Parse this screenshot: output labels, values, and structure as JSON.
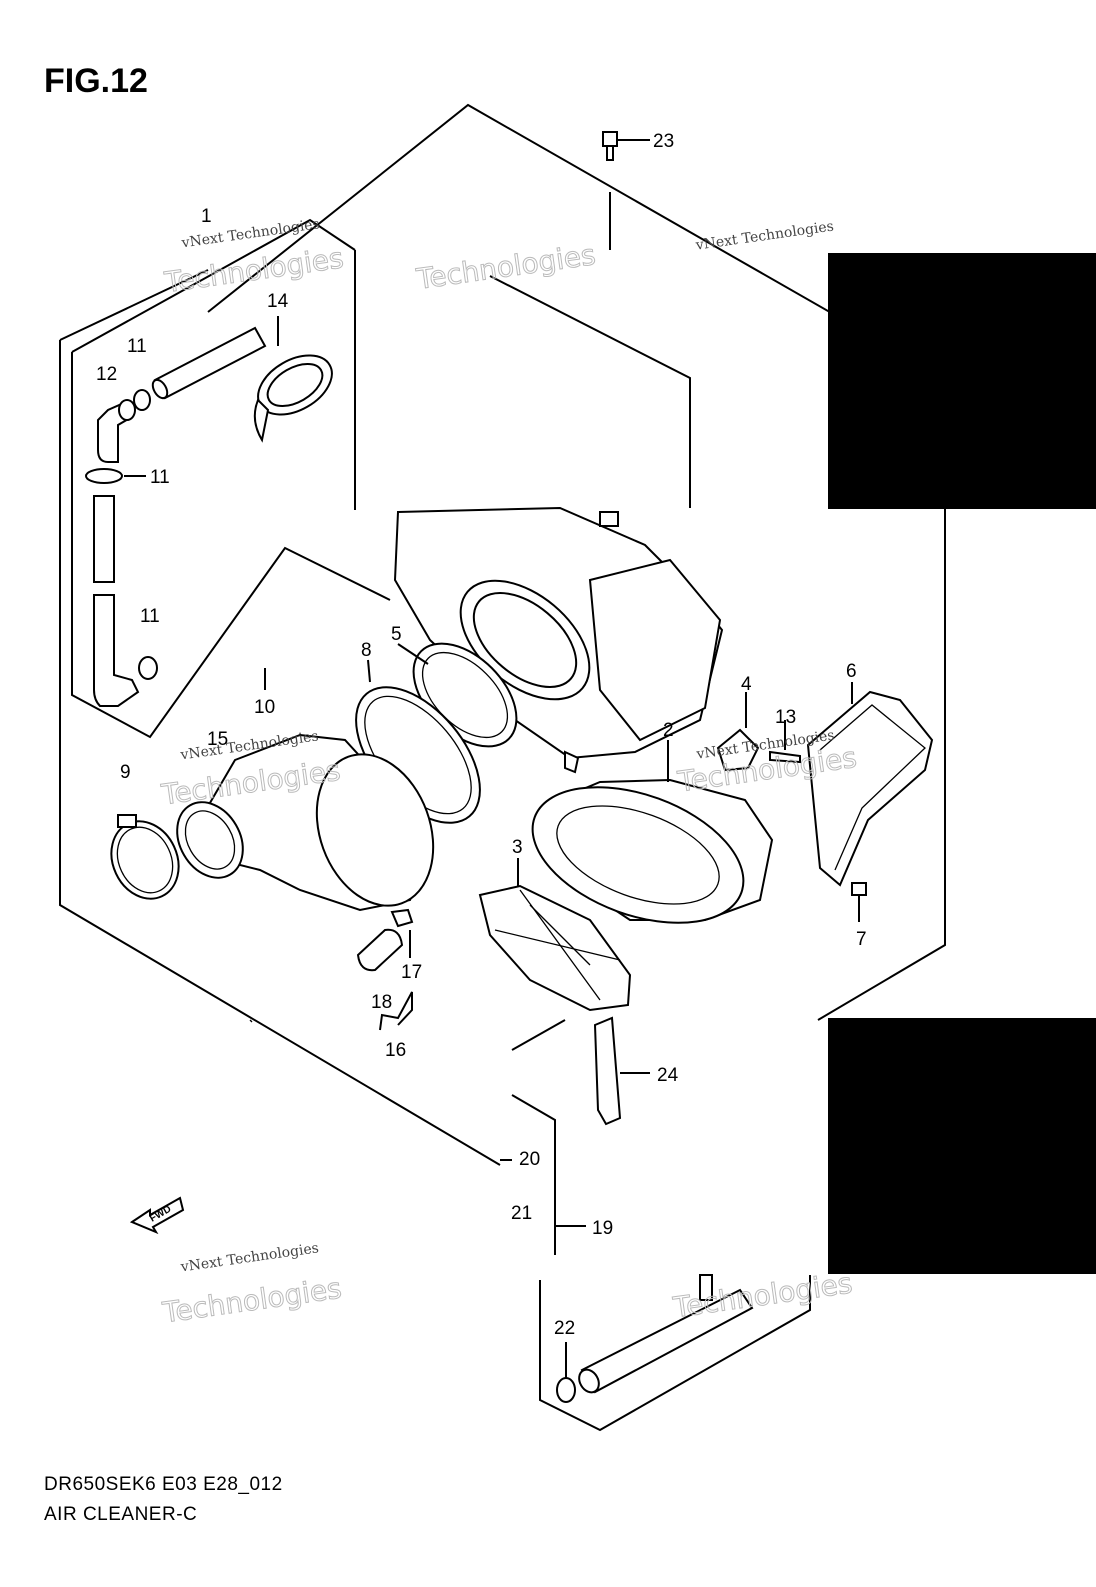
{
  "figure": {
    "title": "FIG.12",
    "code": "DR650SEK6 E03 E28_012",
    "name": "AIR CLEANER-C"
  },
  "fwd_label": "FWD",
  "watermark": {
    "line1": "vNext Technologies",
    "line2": "Technologies"
  },
  "parts": [
    {
      "number": "1"
    },
    {
      "number": "2"
    },
    {
      "number": "3"
    },
    {
      "number": "4"
    },
    {
      "number": "5"
    },
    {
      "number": "6"
    },
    {
      "number": "7"
    },
    {
      "number": "8"
    },
    {
      "number": "9"
    },
    {
      "number": "10"
    },
    {
      "number": "11"
    },
    {
      "number": "12"
    },
    {
      "number": "13"
    },
    {
      "number": "14"
    },
    {
      "number": "15"
    },
    {
      "number": "16"
    },
    {
      "number": "17"
    },
    {
      "number": "18"
    },
    {
      "number": "19"
    },
    {
      "number": "20"
    },
    {
      "number": "21"
    },
    {
      "number": "22"
    },
    {
      "number": "23"
    },
    {
      "number": "24"
    }
  ],
  "colors": {
    "line": "#000000",
    "background": "#ffffff",
    "redaction": "#000000"
  }
}
